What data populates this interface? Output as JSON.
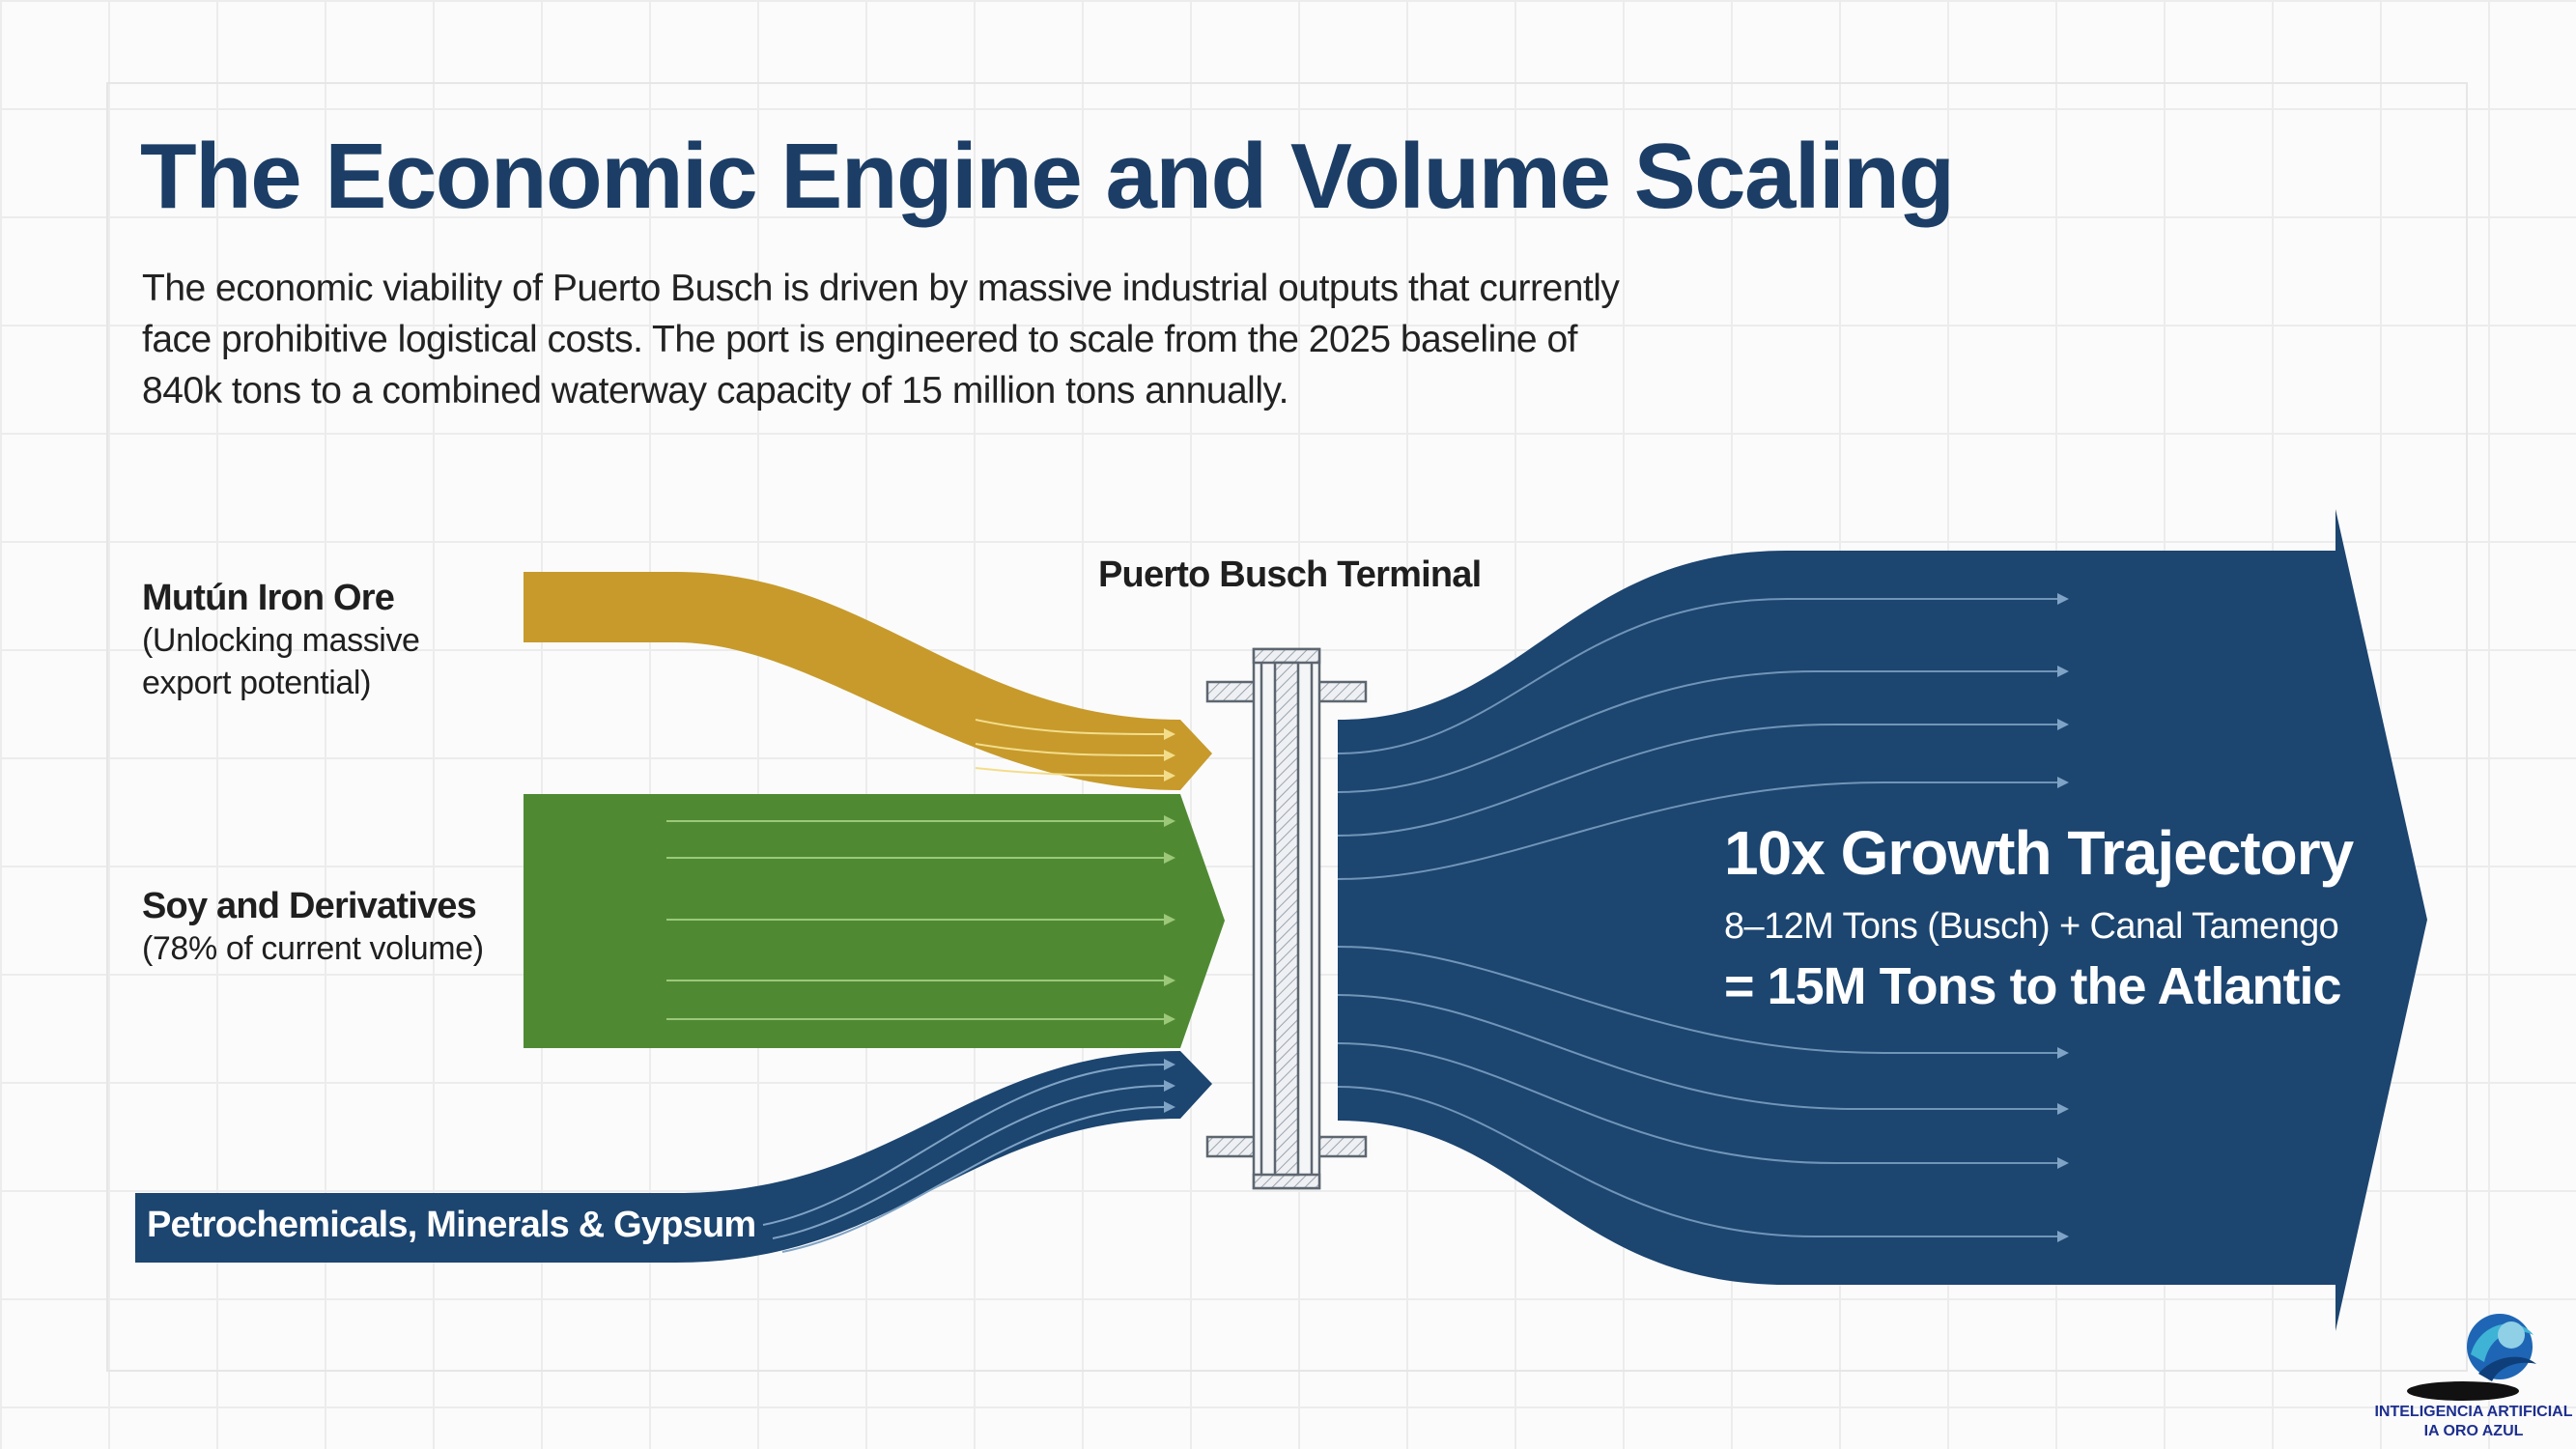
{
  "title": "The Economic Engine and Volume Scaling",
  "intro": [
    "The economic viability of Puerto Busch is driven by massive industrial outputs that currently",
    "face prohibitive logistical costs. The port is engineered to scale from the 2025 baseline of",
    "840k tons to a combined waterway capacity of 15 million tons annually."
  ],
  "inputs": {
    "iron": {
      "name": "Mutún Iron Ore",
      "sub": [
        "(Unlocking massive",
        "export potential)"
      ],
      "color": "#c79a2b"
    },
    "soy": {
      "name": "Soy and Derivatives",
      "sub": [
        "(78% of current volume)"
      ],
      "color": "#4f8a33"
    },
    "petro": {
      "name": "Petrochemicals, Minerals & Gypsum",
      "color": "#1c4570"
    }
  },
  "terminal": {
    "label": "Puerto Busch Terminal"
  },
  "output": {
    "headline": "10x Growth Trajectory",
    "detail": "8–12M Tons (Busch) + Canal Tamengo",
    "total": "= 15M Tons to the Atlantic",
    "color": "#1c4570"
  },
  "logo": {
    "line1": "INTELIGENCIA ARTIFICIAL",
    "line2": "IA ORO AZUL",
    "icon": "globe-swoosh-icon"
  }
}
